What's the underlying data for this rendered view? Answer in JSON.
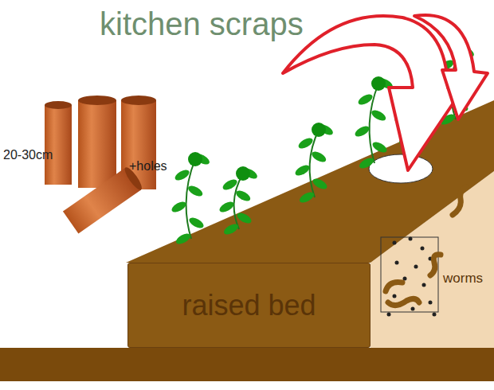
{
  "diagram": {
    "nodes": [
      {
        "text": [
          "raised bed"
        ]
      }
    ],
    "labels": [
      "kitchen scraps",
      "20-30cm",
      "+holes",
      "worms"
    ]
  }
}
